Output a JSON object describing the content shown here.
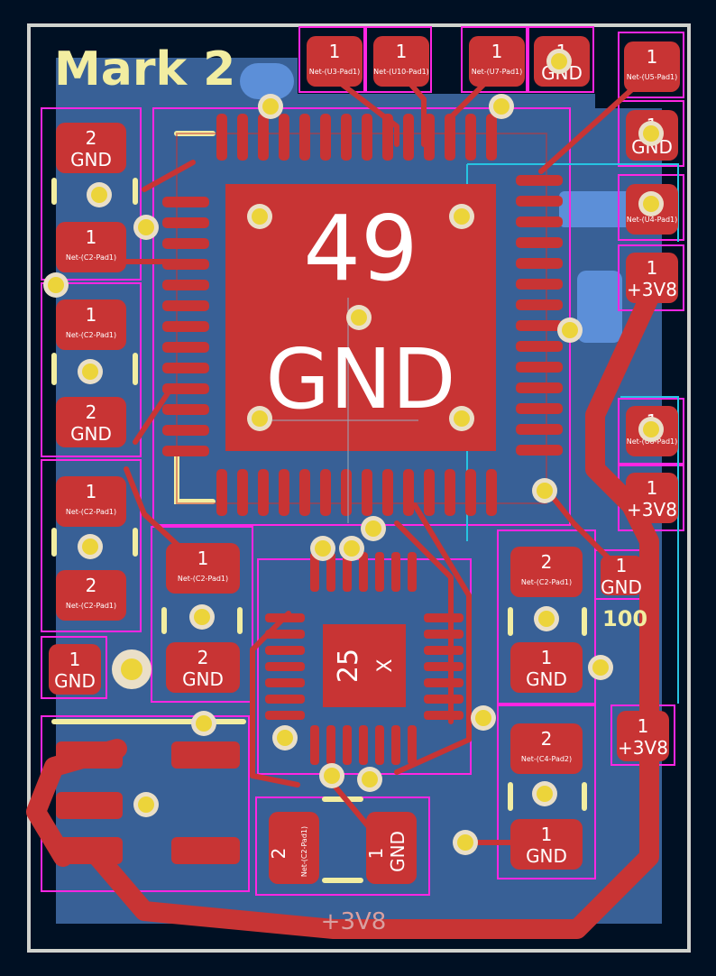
{
  "board_title": "Mark 2",
  "silk_label_100": "100",
  "bottom_net_label": "+3V8",
  "colors": {
    "background": "#001023",
    "outline": "#d0d2cd",
    "copper_back": "#4d7fc4",
    "copper_front": "#c83434",
    "courtyard": "#ff26e2",
    "silkscreen": "#f2eda1",
    "via": "#ecd43a",
    "pad_text": "#ffffff",
    "cyan": "#26c4e2"
  },
  "ic_center": {
    "pad_number": "49",
    "net": "GND"
  },
  "ic_small": {
    "ref": "25",
    "mark": "X"
  },
  "header_pads": [
    {
      "num": "1",
      "net": "Net-(U3-Pad1)"
    },
    {
      "num": "1",
      "net": "Net-(U10-Pad1)"
    },
    {
      "num": "1",
      "net": "Net-(U7-Pad1)"
    },
    {
      "num": "1",
      "net": "GND"
    },
    {
      "num": "1",
      "net": "Net-(U5-Pad1)"
    }
  ],
  "right_pads": [
    {
      "num": "1",
      "net": "GND"
    },
    {
      "num": "1",
      "net": "Net-(U4-Pad1)"
    },
    {
      "num": "1",
      "net": "+3V8"
    },
    {
      "num": "1",
      "net": "Net-(U8-Pad1)"
    },
    {
      "num": "1",
      "net": "+3V8"
    },
    {
      "num": "1",
      "net": "GND"
    },
    {
      "num": "1",
      "net": "+3V8"
    }
  ],
  "left_caps": [
    {
      "num": "2",
      "net": "GND"
    },
    {
      "num": "1",
      "net": "Net-(C2-Pad1)"
    },
    {
      "num": "1",
      "net": "Net-(C2-Pad1)"
    },
    {
      "num": "2",
      "net": "GND"
    },
    {
      "num": "1",
      "net": "Net-(C2-Pad1)"
    },
    {
      "num": "2",
      "net": "Net-(C2-Pad1)"
    }
  ],
  "mid_cap": [
    {
      "num": "1",
      "net": "Net-(C2-Pad1)"
    },
    {
      "num": "2",
      "net": "GND"
    }
  ],
  "gnd_small_pad": {
    "num": "1",
    "net": "GND"
  },
  "right_caps": [
    {
      "num": "2",
      "net": "Net-(C2-Pad1)"
    },
    {
      "num": "1",
      "net": "GND"
    },
    {
      "num": "2",
      "net": "Net-(C4-Pad2)"
    },
    {
      "num": "1",
      "net": "GND"
    }
  ],
  "bottom_cap": [
    {
      "num": "2",
      "net": "Net-(C2-Pad1)"
    },
    {
      "num": "1",
      "net": "GND"
    }
  ]
}
